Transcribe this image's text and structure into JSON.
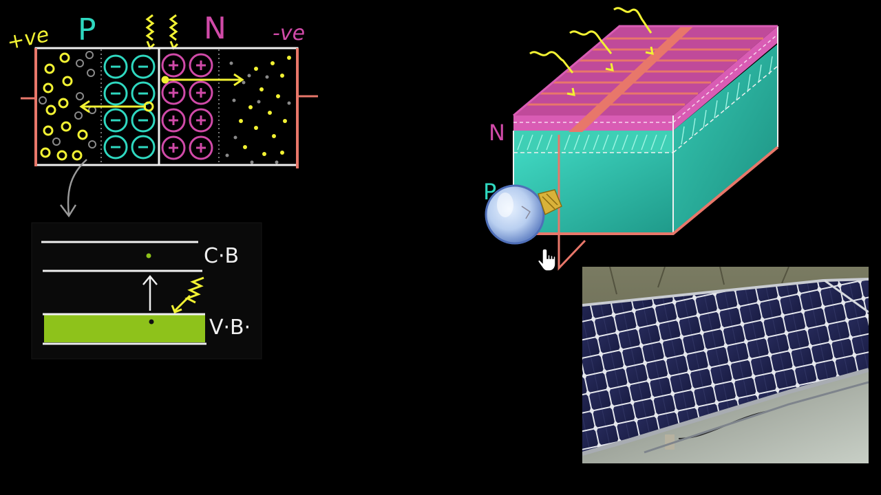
{
  "labels": {
    "positive_terminal": "+ve",
    "p_region": "P",
    "n_region": "N",
    "negative_terminal": "-ve",
    "conduction_band": "C·B",
    "valence_band": "V·B·",
    "cell_n_layer": "N",
    "cell_p_layer": "P"
  },
  "colors": {
    "yellow": "#f2f233",
    "teal": "#2fd8c0",
    "magenta": "#d04aa8",
    "salmon": "#e8776a",
    "band_green": "#8ec21b",
    "white": "#f0f0f0"
  },
  "icons": [
    "lightbulb-icon",
    "hand-cursor-icon",
    "photon-squiggle-icon"
  ]
}
